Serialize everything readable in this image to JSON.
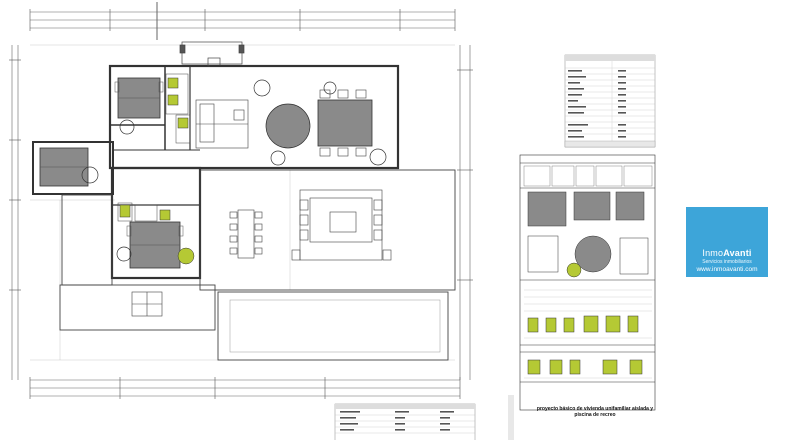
{
  "project": {
    "title": "proyecto básico de vivienda unifamiliar aislada y piscina de recreo"
  },
  "brand": {
    "name_light": "Inmo",
    "name_bold": "Avanti",
    "tagline": "Servicios inmobiliarios",
    "website": "www.inmoavanti.com",
    "color": "#3da5d9"
  },
  "colors": {
    "wall": "#333333",
    "room_fill": "#8a8a8a",
    "fixture_green": "#b5c934",
    "line": "#555555",
    "paper": "#ffffff"
  },
  "icons": [
    "house-logo-icon"
  ]
}
